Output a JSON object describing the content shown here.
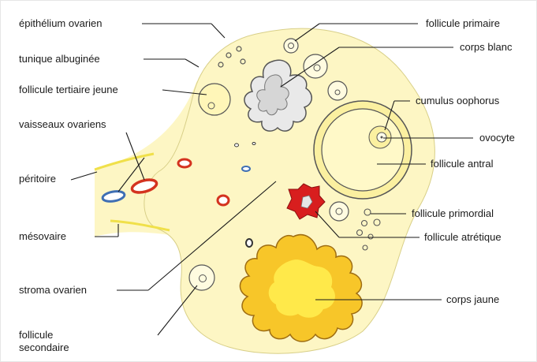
{
  "labels": {
    "epithelium": "épithélium ovarien",
    "tunique": "tunique albuginée",
    "follicule_tertiaire_jeune": "follicule tertiaire jeune",
    "vaisseaux": "vaisseaux ovariens",
    "peritoire": "péritoire",
    "mesovaire": "mésovaire",
    "stroma": "stroma ovarien",
    "follicule_secondaire_1": "follicule",
    "follicule_secondaire_2": "secondaire",
    "follicule_primaire": "follicule primaire",
    "corps_blanc": "corps blanc",
    "cumulus": "cumulus oophorus",
    "ovocyte": "ovocyte",
    "follicule_antral": "follicule antral",
    "follicule_primordial": "follicule primordial",
    "follicule_atretique": "follicule atrétique",
    "corps_jaune": "corps jaune"
  },
  "colors": {
    "ovary_fill": "#fdf6c4",
    "corps_jaune": "#f7c629",
    "corps_jaune_center": "#ffe94a",
    "atretic": "#d81e1e",
    "vessel_red": "#d4331f",
    "vessel_blue": "#3f6fb4",
    "corps_blanc": "#e9e9e9"
  }
}
